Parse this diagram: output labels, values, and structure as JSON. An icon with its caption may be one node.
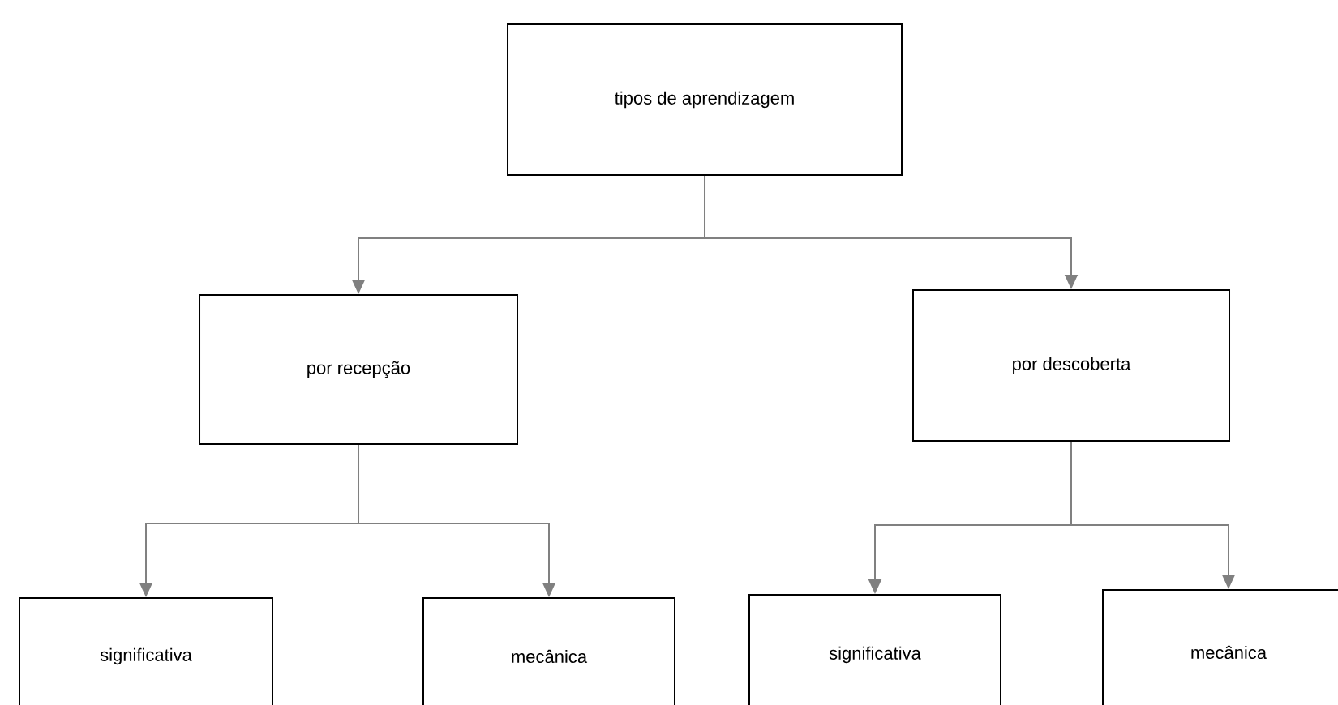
{
  "diagram": {
    "nodes": [
      {
        "text": [
          "tipos de aprendizagem"
        ]
      },
      {
        "text": [
          "por recepção"
        ]
      },
      {
        "text": [
          "por descoberta"
        ]
      },
      {
        "text": [
          "significativa"
        ]
      },
      {
        "text": [
          "mecânica"
        ]
      },
      {
        "text": [
          "significativa"
        ]
      },
      {
        "text": [
          "mecânica"
        ]
      }
    ],
    "edges": [
      {
        "from": 0,
        "to": 1,
        "arrow": "to"
      },
      {
        "from": 0,
        "to": 2,
        "arrow": "to"
      },
      {
        "from": 1,
        "to": 3,
        "arrow": "to"
      },
      {
        "from": 1,
        "to": 4,
        "arrow": "to"
      },
      {
        "from": 2,
        "to": 5,
        "arrow": "to"
      },
      {
        "from": 2,
        "to": 6,
        "arrow": "to"
      }
    ]
  }
}
